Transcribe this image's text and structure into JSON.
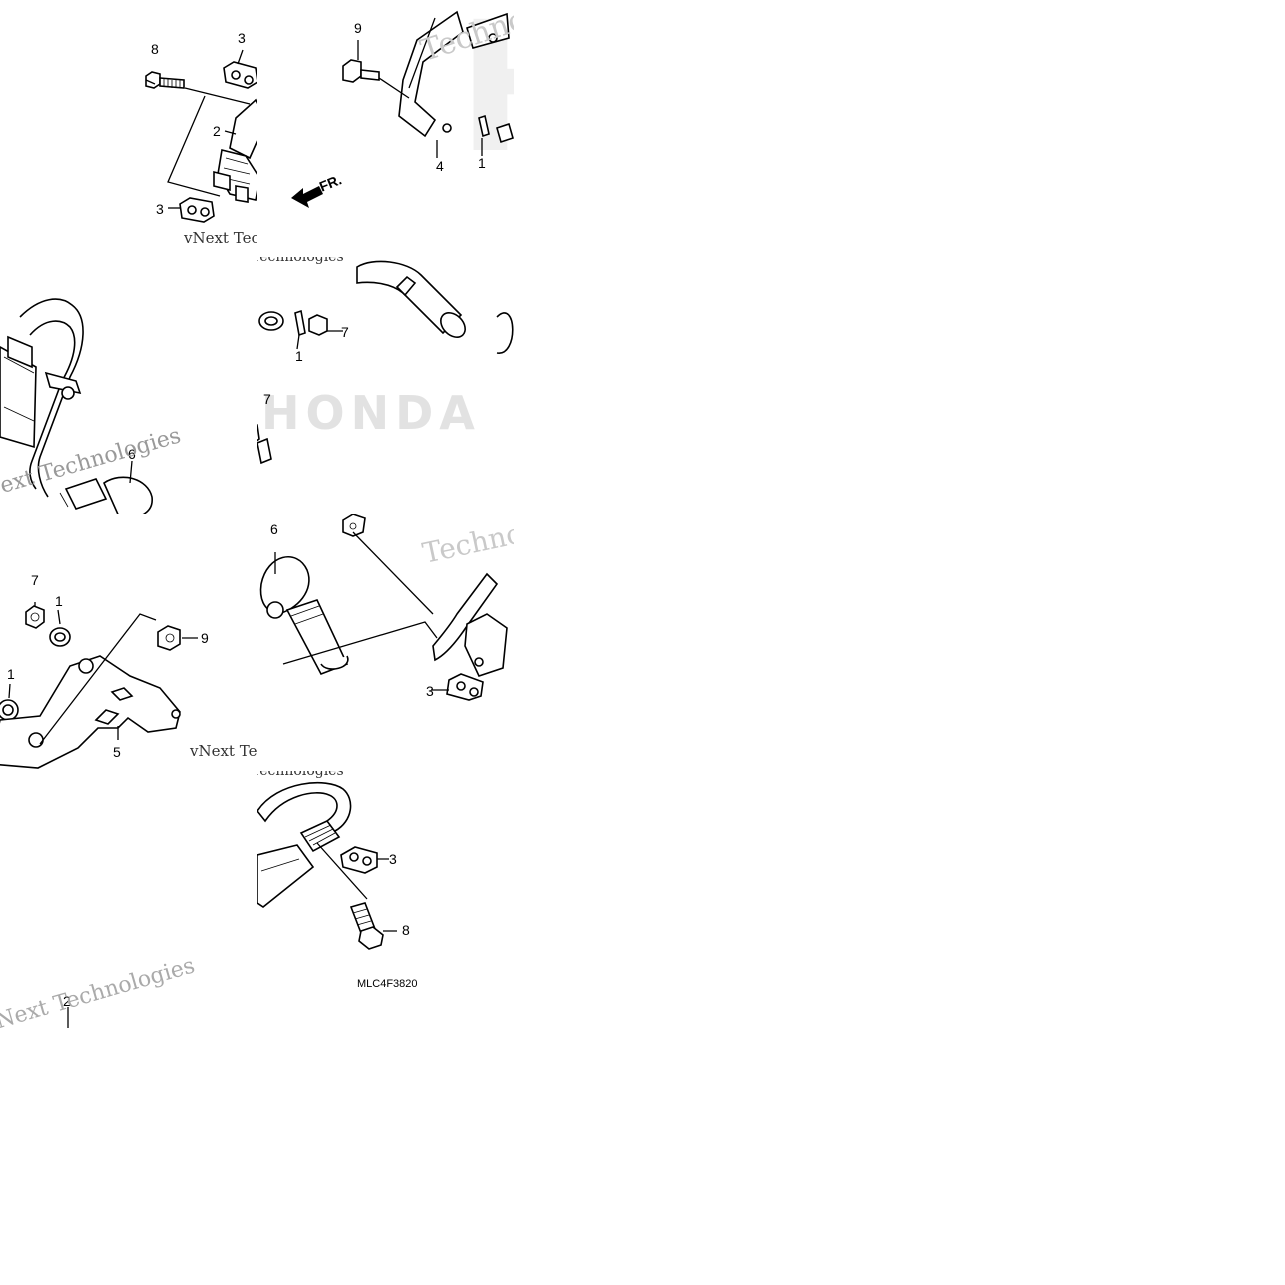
{
  "diagram": {
    "code": "MLC4F3820",
    "direction_label": "FR.",
    "watermarks": {
      "vnext": "vNext Technologies",
      "technologies": "Technologies",
      "logo": "HONDA"
    },
    "callouts": {
      "t1": [
        "8",
        "3",
        "2",
        "3"
      ],
      "t2": [
        "9",
        "4",
        "1"
      ],
      "t3": [
        "6"
      ],
      "t4": [
        "1",
        "7",
        "7",
        "7"
      ],
      "t5": [
        "7",
        "1",
        "9",
        "1",
        "5"
      ],
      "t6": [
        "6",
        "3"
      ],
      "t7": [
        "3",
        "8"
      ],
      "t8": [
        "2"
      ]
    }
  },
  "colors": {
    "line": "#000000",
    "watermark": "#c9c9c9",
    "background": "#ffffff"
  }
}
